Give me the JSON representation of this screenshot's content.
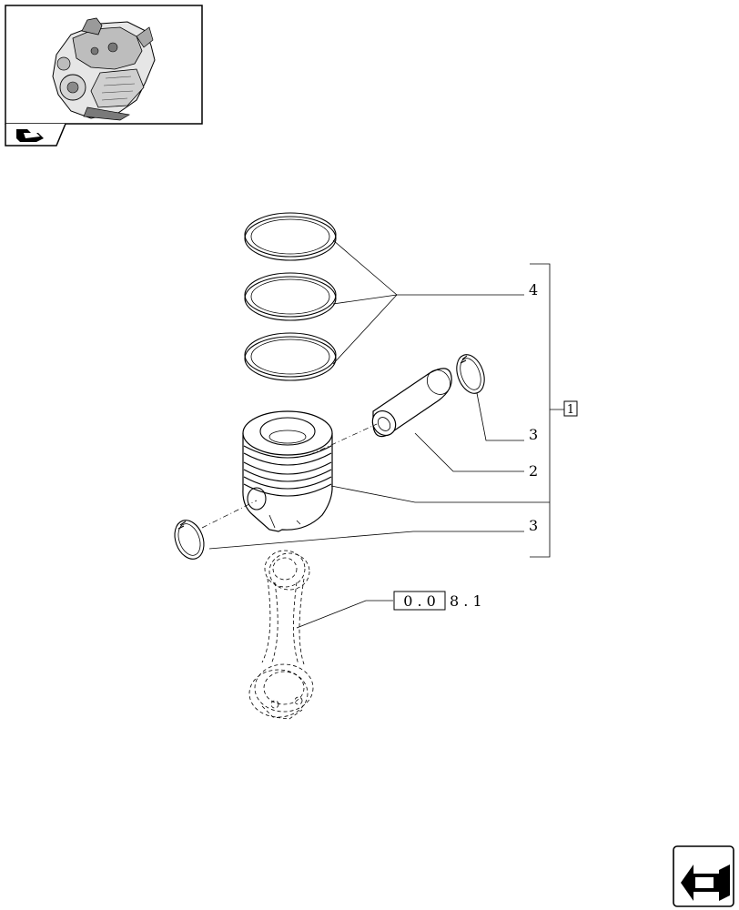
{
  "callouts": {
    "rings": "4",
    "snap_ring_upper": "3",
    "pin": "2",
    "snap_ring_lower": "3",
    "assembly": "1"
  },
  "reference": {
    "boxed": "0 . 0",
    "rest": "8 . 1"
  },
  "icons": {
    "thumbnail": "engine-thumbnail-icon",
    "nav": "book-arrow-icon",
    "corner": "navigate-arrow-icon"
  }
}
